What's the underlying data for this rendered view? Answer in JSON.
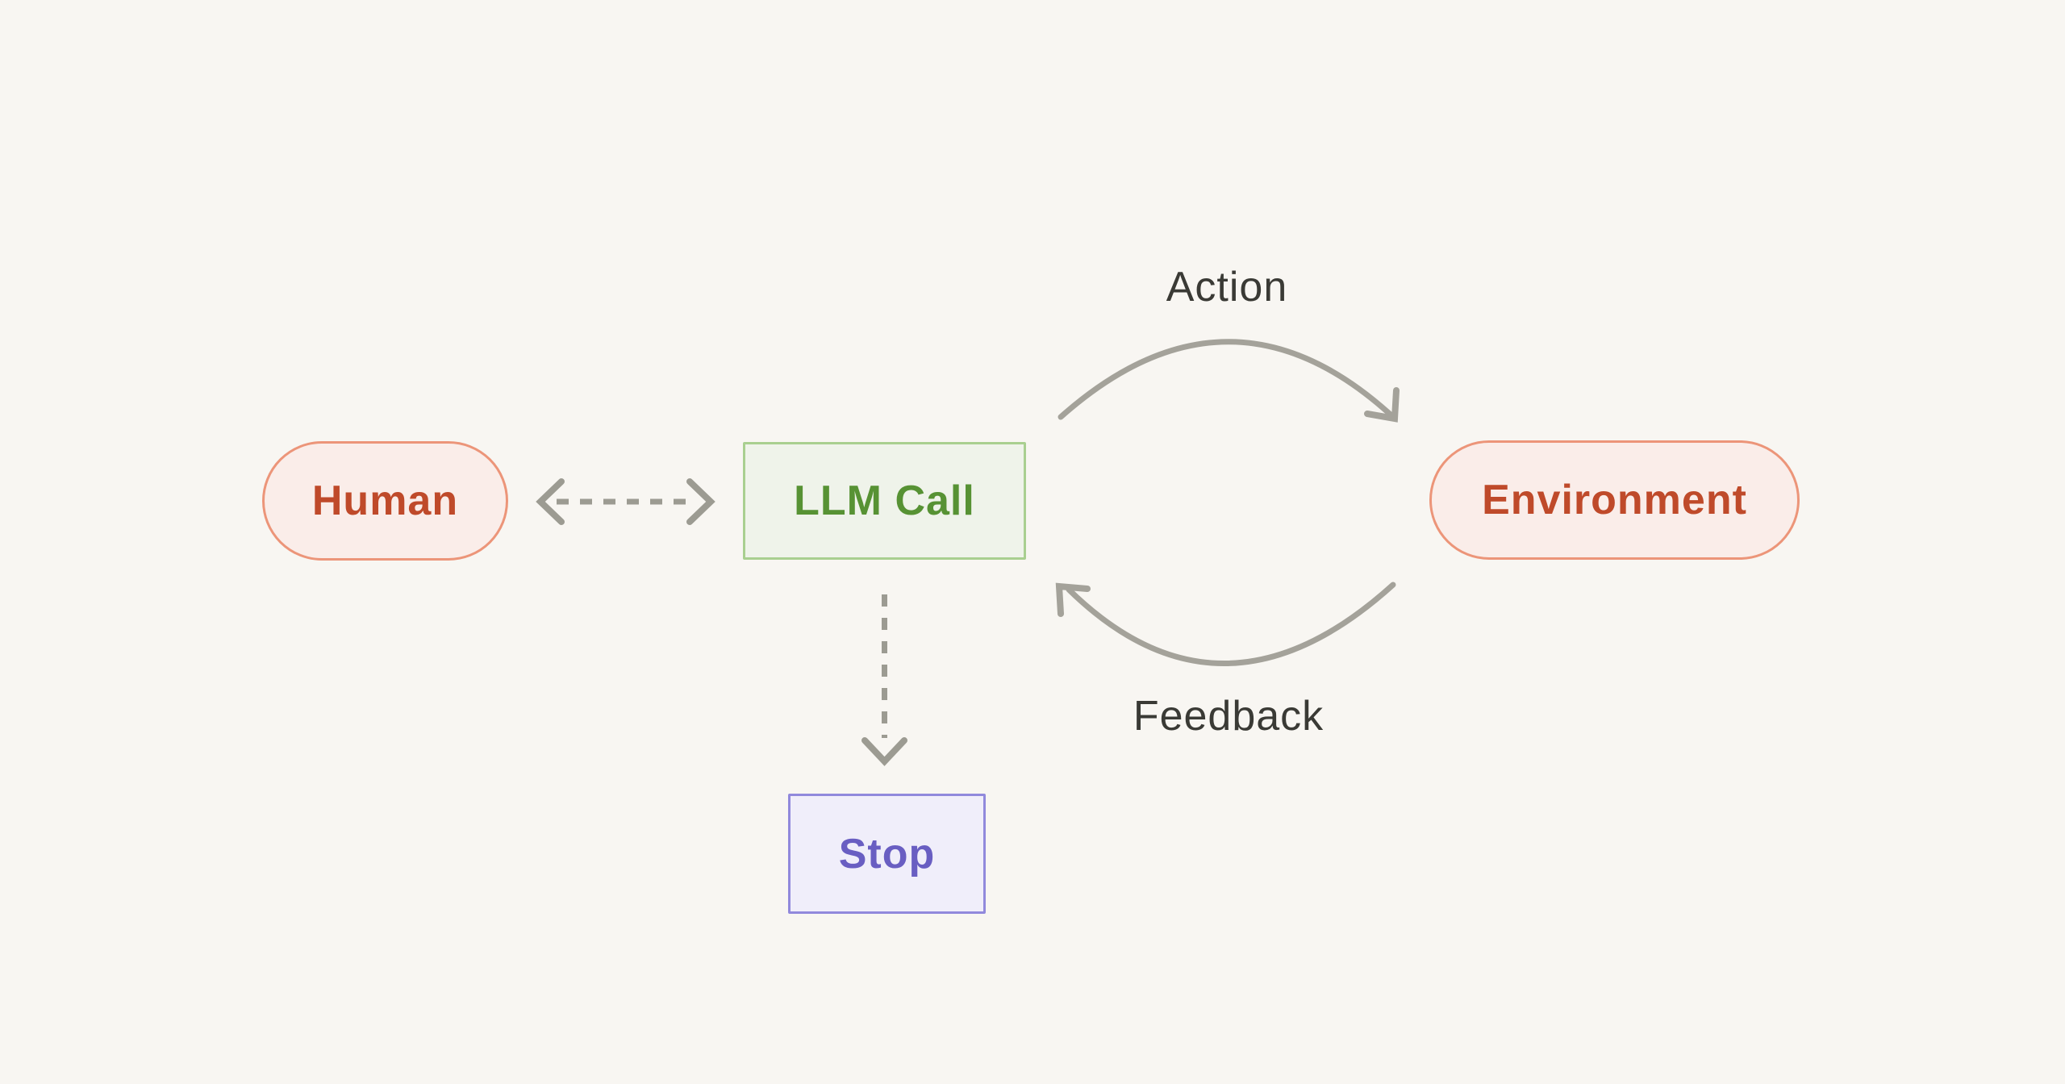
{
  "canvas": {
    "background": "#F8F6F2",
    "label_color": "#3A3A35"
  },
  "nodes": {
    "human": {
      "label": "Human",
      "shape": "pill",
      "fill": "#FAEDE9",
      "border": "#EC9579",
      "text_color": "#BF4A2A"
    },
    "llm_call": {
      "label": "LLM Call",
      "shape": "rect",
      "fill": "#EFF3EA",
      "border": "#A9CF90",
      "text_color": "#579234"
    },
    "environment": {
      "label": "Environment",
      "shape": "pill",
      "fill": "#FAEDE9",
      "border": "#EC9579",
      "text_color": "#BF4A2A"
    },
    "stop": {
      "label": "Stop",
      "shape": "rect",
      "fill": "#F0EEFA",
      "border": "#9189DC",
      "text_color": "#695EC2"
    }
  },
  "edges": {
    "human_llm": {
      "type": "dashed-double-arrow",
      "from": "human",
      "to": "llm_call",
      "label": "",
      "color": "#9C9B92"
    },
    "action": {
      "type": "solid-curved-arrow",
      "from": "llm_call",
      "to": "environment",
      "label": "Action",
      "color": "#A4A29A"
    },
    "feedback": {
      "type": "solid-curved-arrow",
      "from": "environment",
      "to": "llm_call",
      "label": "Feedback",
      "color": "#A4A29A"
    },
    "llm_stop": {
      "type": "dashed-arrow",
      "from": "llm_call",
      "to": "stop",
      "label": "",
      "color": "#9C9B92"
    }
  }
}
